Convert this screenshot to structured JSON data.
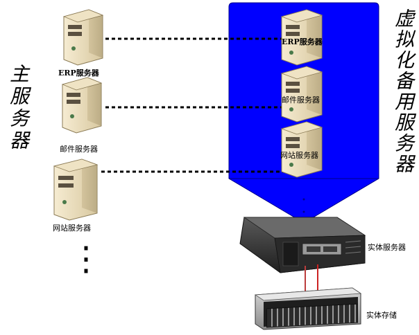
{
  "left_title": "主服务器",
  "right_title": "虚拟化备用服务器",
  "primary_servers": [
    {
      "label": "ERP服务器"
    },
    {
      "label": "邮件服务器"
    },
    {
      "label": "网站服务器"
    }
  ],
  "virtual_servers": [
    {
      "label": "ERP服务器"
    },
    {
      "label": "邮件服务器"
    },
    {
      "label": "网站服务器"
    }
  ],
  "ellipsis": "⋮",
  "physical_server_label": "实体服务器",
  "storage_label": "实体存储",
  "colors": {
    "virtual_panel": "#0000ff",
    "link_cable": "#cc2222"
  }
}
